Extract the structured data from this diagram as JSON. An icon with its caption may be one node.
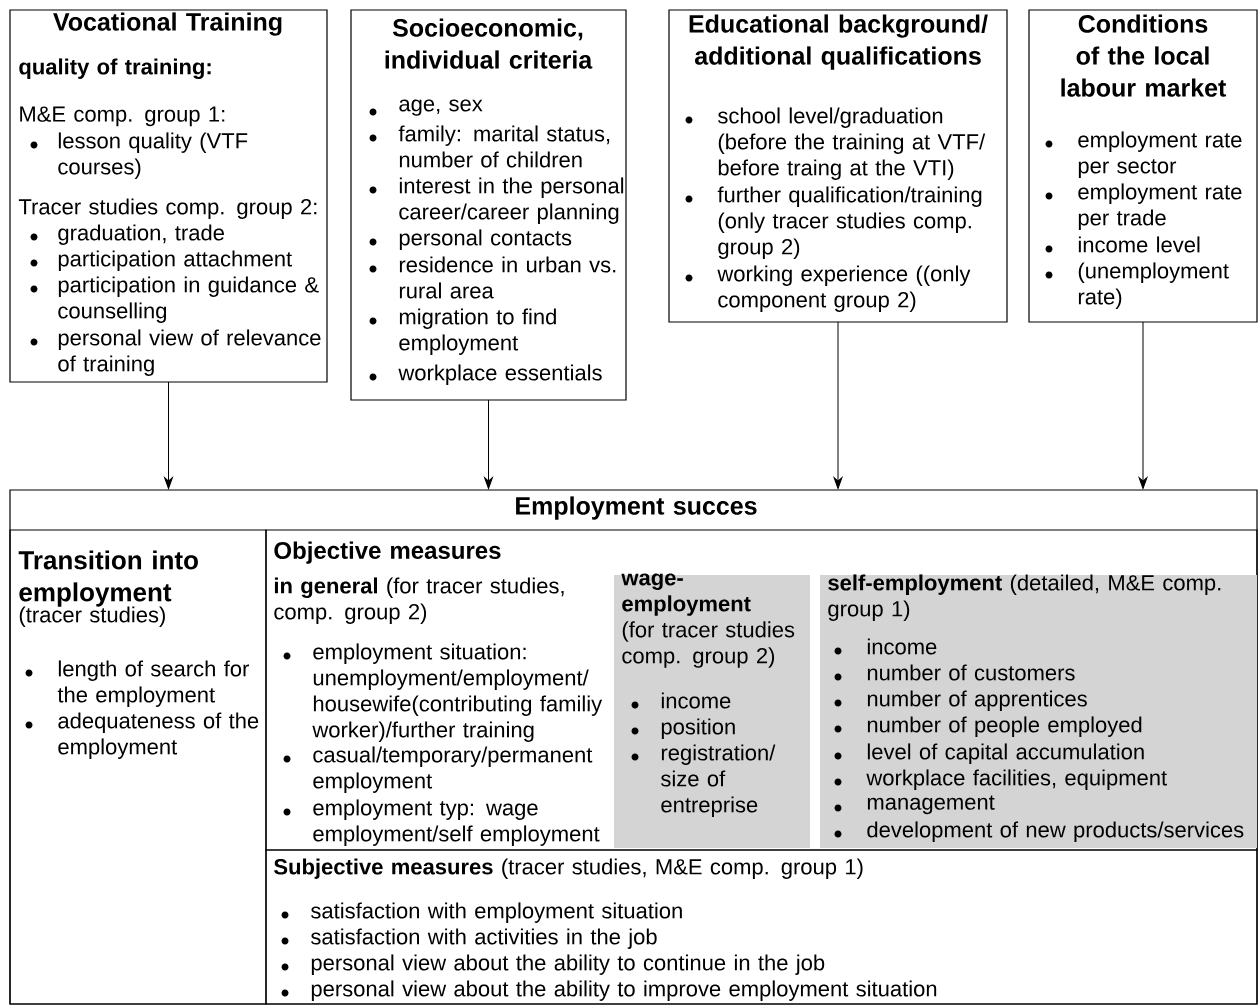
{
  "diagram": {
    "nodes": [
      {
        "text": [
          "Vocational Training",
          "quality of training:",
          "M&E comp. group 1:",
          "lesson quality (VTF courses)",
          "Tracer studies comp. group 2:",
          "graduation, trade",
          "participation attachment",
          "participation in guidance & counselling",
          "personal view of relevance of training"
        ]
      },
      {
        "text": [
          "Socioeconomic, individual criteria",
          "age, sex",
          "family: marital status, number of children",
          "interest in the personal career/career planning",
          "personal contacts",
          "residence in urban vs. rural area",
          "migration to find employment",
          "workplace essentials"
        ]
      },
      {
        "text": [
          "Educational background/ additional qualifications",
          "school level/graduation (before the training at VTF/ before traing at the VTI)",
          "further qualification/training (only tracer studies comp. group 2)",
          "working experience ((only component group 2)"
        ]
      },
      {
        "text": [
          "Conditions of the local labour market",
          "employment rate per sector",
          "employment rate per trade",
          "income level",
          "(unemployment rate)"
        ]
      },
      {
        "text": [
          "Employment succes"
        ]
      },
      {
        "text": [
          "Transition into employment",
          "(tracer studies)",
          "length of search for the employment",
          "adequateness of the employment"
        ],
        "in": 4
      },
      {
        "text": [
          "Objective measures",
          "**in general** (for tracer studies, comp. group 2)",
          "employment situation: unemployment/employment/ housewife(contributing familiy worker)/further training",
          "casual/temporary/permanent employment",
          "employment typ: wage employment/self employment"
        ],
        "in": 4
      },
      {
        "text": [
          "**wage-employment** (for tracer studies comp. group 2)",
          "income",
          "position",
          "registration/ size of entreprise"
        ],
        "in": 6
      },
      {
        "text": [
          "**self-employment** (detailed, M&E comp. group 1)",
          "income",
          "number of customers",
          "number of apprentices",
          "number of people employed",
          "level of capital accumulation",
          "workplace facilities, equipment",
          "management",
          "development of new products/services"
        ],
        "in": 6
      },
      {
        "text": [
          "**Subjective measures** (tracer studies, M&E comp. group 1)",
          "satisfaction with employment situation",
          "satisfaction with activities in the job",
          "personal view about the ability to continue in the job",
          "personal view about the ability to improve employment situation"
        ],
        "in": 4
      }
    ],
    "edges": [
      {
        "from": 0,
        "to": 4,
        "arrow": "to"
      },
      {
        "from": 1,
        "to": 4,
        "arrow": "to"
      },
      {
        "from": 2,
        "to": 4,
        "arrow": "to"
      },
      {
        "from": 3,
        "to": 4,
        "arrow": "to"
      }
    ]
  }
}
